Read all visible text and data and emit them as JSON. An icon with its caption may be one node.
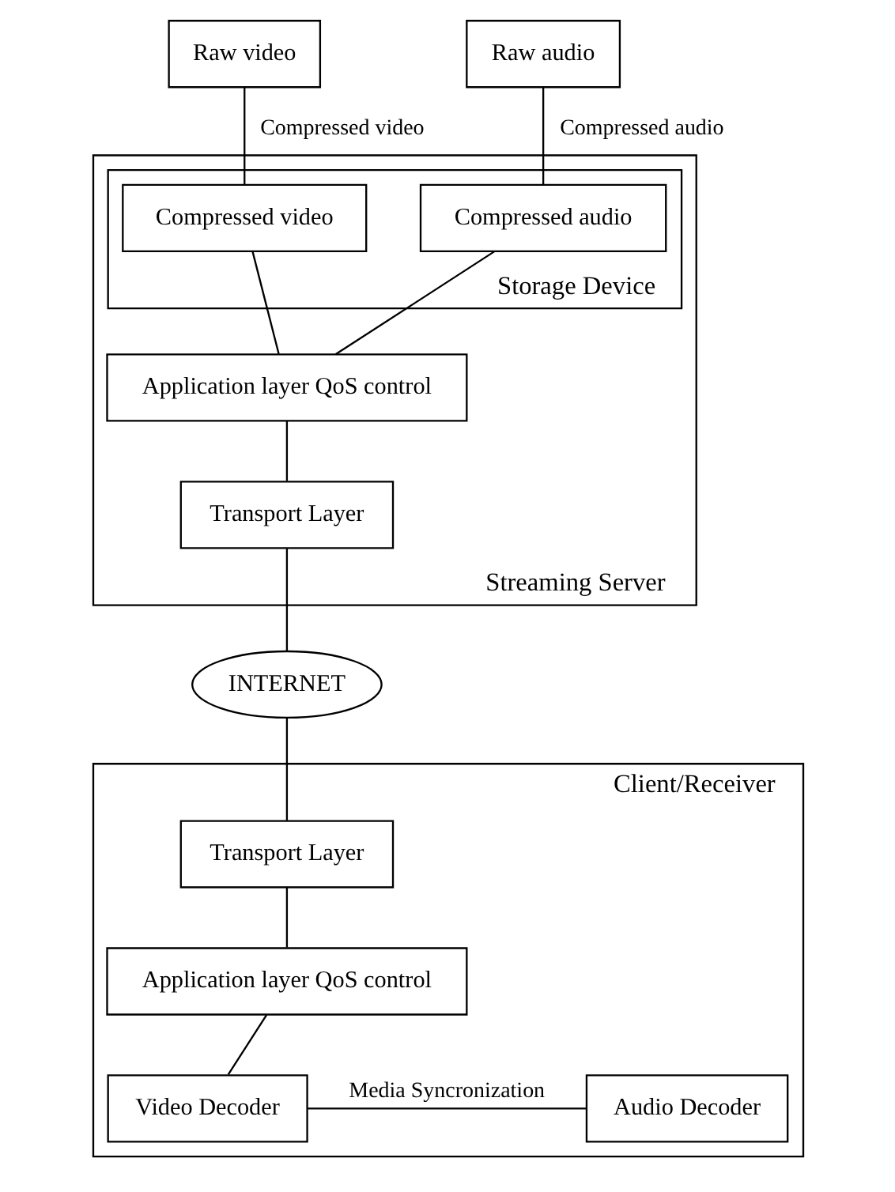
{
  "diagram": {
    "nodes": [
      {
        "text": [
          "Streaming Server"
        ]
      },
      {
        "text": [
          "Storage Device"
        ],
        "in": 0
      },
      {
        "text": [
          "Compressed video"
        ],
        "in": 1
      },
      {
        "text": [
          "Compressed audio"
        ],
        "in": 1
      },
      {
        "text": [
          "Application layer QoS control"
        ],
        "in": 0
      },
      {
        "text": [
          "Transport Layer"
        ],
        "in": 0
      },
      {
        "text": [
          "Raw video"
        ]
      },
      {
        "text": [
          "Raw audio"
        ]
      },
      {
        "text": [
          "INTERNET"
        ]
      },
      {
        "text": [
          "Client/Receiver"
        ]
      },
      {
        "text": [
          "Transport Layer"
        ],
        "in": 9
      },
      {
        "text": [
          "Application layer QoS control"
        ],
        "in": 9
      },
      {
        "text": [
          "Video Decoder"
        ],
        "in": 9
      },
      {
        "text": [
          "Audio Decoder"
        ],
        "in": 9
      }
    ],
    "edges": [
      {
        "from": 6,
        "to": 2,
        "arrow": "none",
        "label": "Compressed video"
      },
      {
        "from": 7,
        "to": 3,
        "arrow": "none",
        "label": "Compressed audio"
      },
      {
        "from": 2,
        "to": 4,
        "arrow": "none"
      },
      {
        "from": 3,
        "to": 4,
        "arrow": "none"
      },
      {
        "from": 4,
        "to": 5,
        "arrow": "none"
      },
      {
        "from": 5,
        "to": 8,
        "arrow": "none"
      },
      {
        "from": 8,
        "to": 10,
        "arrow": "none"
      },
      {
        "from": 10,
        "to": 11,
        "arrow": "none"
      },
      {
        "from": 11,
        "to": 12,
        "arrow": "none"
      },
      {
        "from": 12,
        "to": 13,
        "arrow": "none",
        "label": "Media Syncronization"
      }
    ]
  }
}
